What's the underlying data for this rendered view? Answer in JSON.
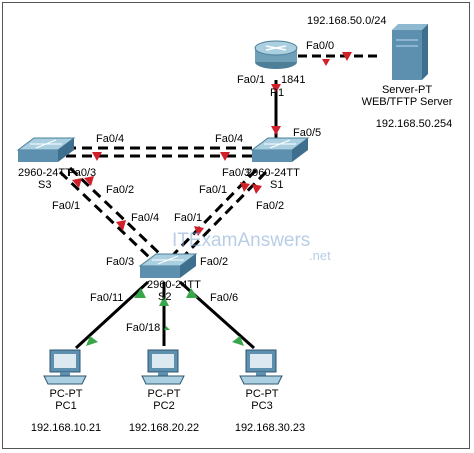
{
  "watermark": {
    "brand": "ITExamAnswers",
    "suffix": ".net"
  },
  "colors": {
    "link": "#000000",
    "port_up": "#3aa64a",
    "port_down": "#d0202a",
    "device": "#6fa0b8"
  },
  "devices": {
    "router": {
      "model": "1841",
      "name": "R1"
    },
    "server": {
      "type": "Server-PT",
      "role": "WEB/TFTP Server",
      "ip": "192.168.50.254"
    },
    "s1": {
      "model": "2960-24TT",
      "name": "S1"
    },
    "s2": {
      "model": "2960-24TT",
      "name": "S2"
    },
    "s3": {
      "model": "2960-24TT",
      "name": "S3"
    },
    "pc1": {
      "type": "PC-PT",
      "name": "PC1",
      "ip": "192.168.10.21"
    },
    "pc2": {
      "type": "PC-PT",
      "name": "PC2",
      "ip": "192.168.20.22"
    },
    "pc3": {
      "type": "PC-PT",
      "name": "PC3",
      "ip": "192.168.30.23"
    }
  },
  "network_label": "192.168.50.0/24",
  "ports": {
    "r1_fa00": "Fa0/0",
    "r1_fa01": "Fa0/1",
    "s1_fa05": "Fa0/5",
    "s1_fa04": "Fa0/4",
    "s1_fa03": "Fa0/3",
    "s1_fa01": "Fa0/1",
    "s1_fa02": "Fa0/2",
    "s3_fa04": "Fa0/4",
    "s3_fa03": "Fa0/3",
    "s3_fa02": "Fa0/2",
    "s3_fa01": "Fa0/1",
    "s2_fa04": "Fa0/4",
    "s2_fa01": "Fa0/1",
    "s2_fa03": "Fa0/3",
    "s2_fa02": "Fa0/2",
    "s2_fa11": "Fa0/11",
    "s2_fa18": "Fa0/18",
    "s2_fa06": "Fa0/6"
  }
}
